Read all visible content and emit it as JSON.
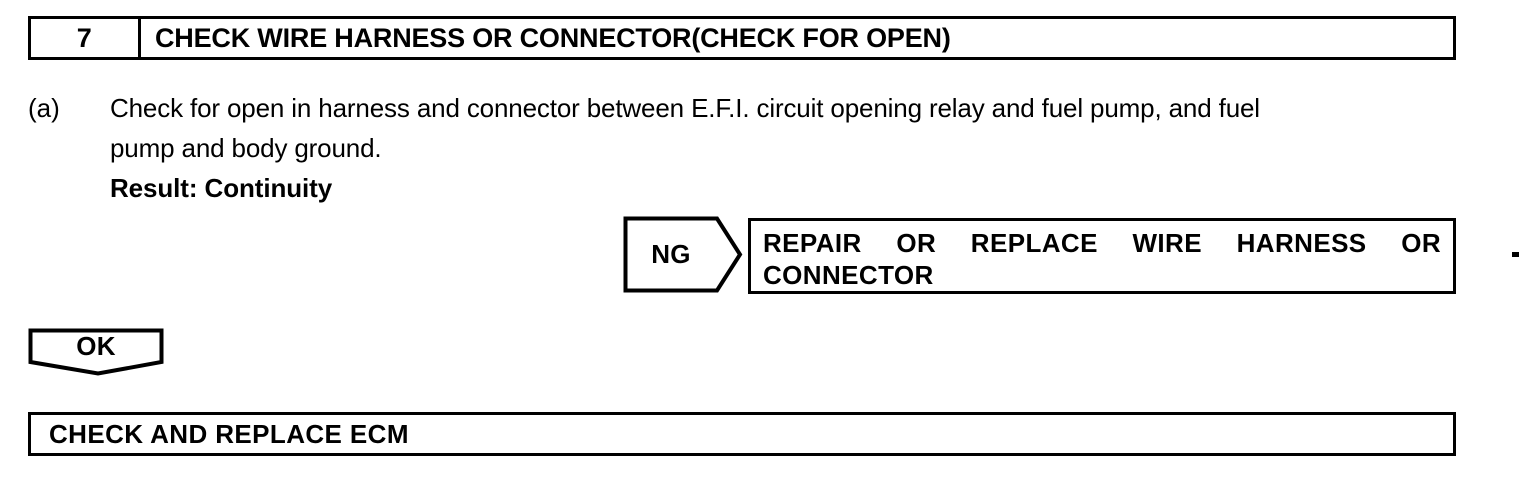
{
  "document": {
    "kind": "diagnostic-flowchart-step"
  },
  "step_header": {
    "number": "7",
    "title": "CHECK WIRE HARNESS OR CONNECTOR(CHECK FOR OPEN)"
  },
  "procedure": {
    "label": "(a)",
    "line1": "Check for open in harness and connector between E.F.I. circuit opening relay and fuel pump, and fuel",
    "line2": "pump and body ground.",
    "result": "Result: Continuity"
  },
  "branches": {
    "ng": {
      "label": "NG",
      "action_line1": "REPAIR OR REPLACE WIRE HARNESS OR",
      "action_line2": "CONNECTOR"
    },
    "ok": {
      "label": "OK"
    }
  },
  "final": {
    "text": "CHECK AND REPLACE ECM"
  },
  "colors": {
    "ink": "#000000",
    "paper": "#ffffff"
  }
}
